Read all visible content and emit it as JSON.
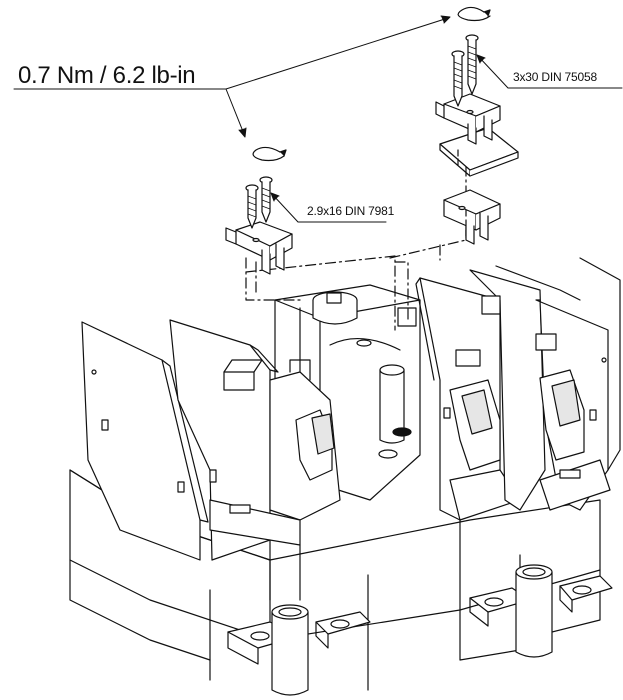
{
  "annotations": {
    "torque": "0.7 Nm / 6.2 lb-in",
    "screw_top": "3x30 DIN 75058",
    "screw_left": "2.9x16 DIN 7981"
  },
  "colors": {
    "line": "#111111",
    "fill": "#ffffff",
    "shade": "#e6e6e6"
  },
  "icons": [
    "rotate-arrow-icon",
    "screw-icon",
    "bracket-icon",
    "cover-plate-icon"
  ]
}
